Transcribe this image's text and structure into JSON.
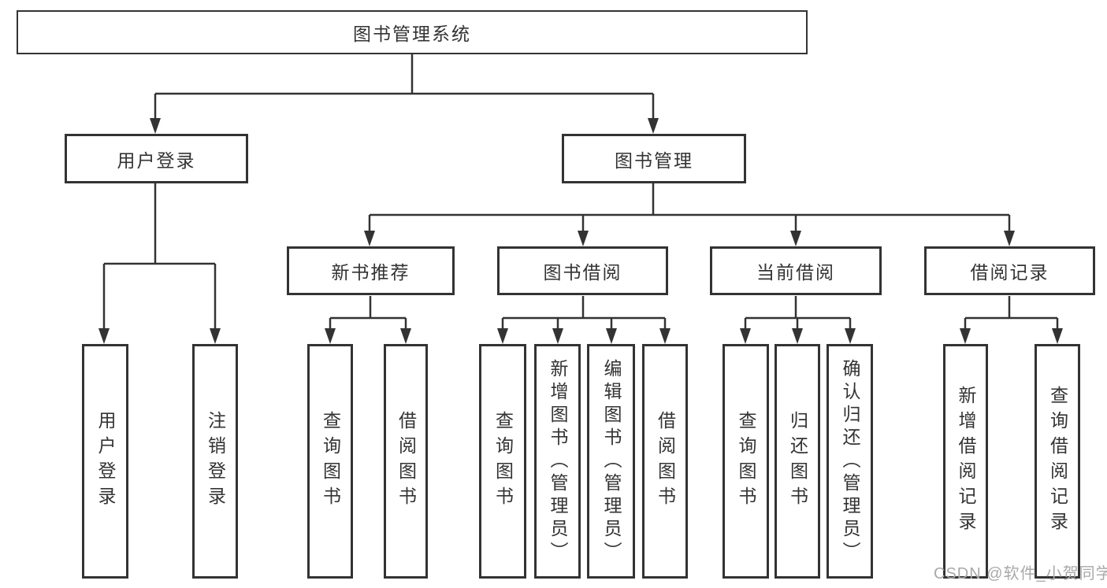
{
  "diagram": {
    "root": {
      "label": "图书管理系统"
    },
    "branches": [
      {
        "label": "用户登录",
        "children": [
          {
            "label": "用户登录"
          },
          {
            "label": "注销登录"
          }
        ]
      },
      {
        "label": "图书管理",
        "children": [
          {
            "label": "新书推荐",
            "children": [
              {
                "label": "查询图书"
              },
              {
                "label": "借阅图书"
              }
            ]
          },
          {
            "label": "图书借阅",
            "children": [
              {
                "label": "查询图书"
              },
              {
                "label": "新增图书（管理员）"
              },
              {
                "label": "编辑图书（管理员）"
              },
              {
                "label": "借阅图书"
              }
            ]
          },
          {
            "label": "当前借阅",
            "children": [
              {
                "label": "查询图书"
              },
              {
                "label": "归还图书"
              },
              {
                "label": "确认归还（管理员）"
              }
            ]
          },
          {
            "label": "借阅记录",
            "children": [
              {
                "label": "新增借阅记录"
              },
              {
                "label": "查询借阅记录"
              }
            ]
          }
        ]
      }
    ],
    "colors": {
      "line": "#333333",
      "box_border": "#333333",
      "box_fill": "#ffffff",
      "text": "#333333",
      "watermark": "#a9a9a9"
    },
    "watermark": {
      "text": "CSDN @软件_小贺同学"
    }
  }
}
